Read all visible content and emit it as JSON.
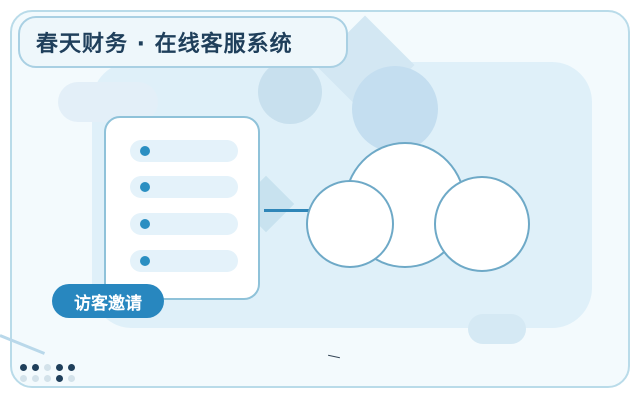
{
  "header": {
    "title": "春天财务 · 在线客服系统"
  },
  "list_card": {
    "rows": 4
  },
  "invite_button": {
    "label": "访客邀请"
  },
  "colors": {
    "accent": "#2887bf",
    "title_text": "#1f3f5b",
    "panel_background": "#dff0f9",
    "border": "#8fc2d9"
  }
}
